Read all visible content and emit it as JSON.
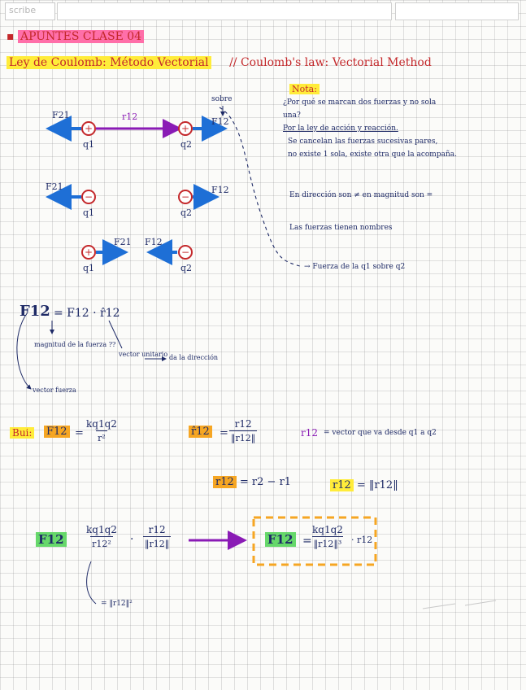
{
  "header": {
    "brand": "scribe"
  },
  "title": {
    "prefix": "▪",
    "label": "APUNTES CLASE 04"
  },
  "subtitle": {
    "es": "Ley de Coulomb: Método Vectorial",
    "en": "// Coulomb's law: Vectorial Method"
  },
  "diagram": {
    "sobre_label": "sobre",
    "row1": {
      "f21": "F21",
      "r12": "r12",
      "f12": "F12",
      "charge1": "q1",
      "charge2": "q2",
      "sign1": "+",
      "sign2": "+"
    },
    "row2": {
      "f21": "F21",
      "f12": "F12",
      "charge1": "q1",
      "charge2": "q2",
      "sign1": "−",
      "sign2": "−"
    },
    "row3": {
      "f21": "F21",
      "f12": "F12",
      "charge1": "q1",
      "charge2": "q2",
      "sign1": "+",
      "sign2": "−"
    }
  },
  "nota": {
    "label": "Nota:",
    "question_line1": "¿Por qué se marcan dos fuerzas y no sola",
    "question_line2": "una?",
    "answer_line1": "Por la ley de acción y reacción.",
    "answer_line2": "Se cancelan las fuerzas sucesivas pares,",
    "answer_line3": "no existe 1 sola, existe otra que la acompaña.",
    "line4": "En dirección son ≠ en magnitud son =",
    "line5": "Las fuerzas tienen nombres",
    "line6": "→ Fuerza de la q1 sobre q2"
  },
  "vector_formula": {
    "lhs": "F12",
    "rhs": "= F12 · r̂12",
    "magnitude_note": "magnitud de la fuerza ??",
    "unit_note": "vector unitario",
    "direction_note": "da la dirección",
    "vector_note": "vector fuerza"
  },
  "bui": {
    "label": "Bui:",
    "lhs": "F12",
    "eq": "=",
    "num": "kq1q2",
    "den": "r²"
  },
  "unit_vector": {
    "lhs": "r̂12",
    "eq": "=",
    "num": "r12",
    "den": "‖r12‖"
  },
  "r12_desc": {
    "lhs": "r12",
    "text": "= vector que va desde q1 a q2"
  },
  "r12_def": {
    "lhs": "r12",
    "rhs": "= r2 − r1"
  },
  "r12_mag": {
    "lhs": "r12",
    "rhs": "= ‖r12‖"
  },
  "final_formula": {
    "lhs": "F12",
    "eq1": "=",
    "num1": "kq1q2",
    "den1": "r12²",
    "dot": "·",
    "num2": "r12",
    "den2": "‖r12‖",
    "note": "= ‖r12‖²"
  },
  "boxed_formula": {
    "lhs": "F12",
    "eq": "=",
    "num": "kq1q2",
    "den": "‖r12‖³",
    "tail": "· r12"
  },
  "colors": {
    "ink": "#1e2a66",
    "red": "#c4282b",
    "blue": "#1e6fd6",
    "purple": "#8a1bb5",
    "pink": "#ff6fa9",
    "yellow": "#ffec3a",
    "green": "#66d86a",
    "orange": "#f6a623"
  }
}
